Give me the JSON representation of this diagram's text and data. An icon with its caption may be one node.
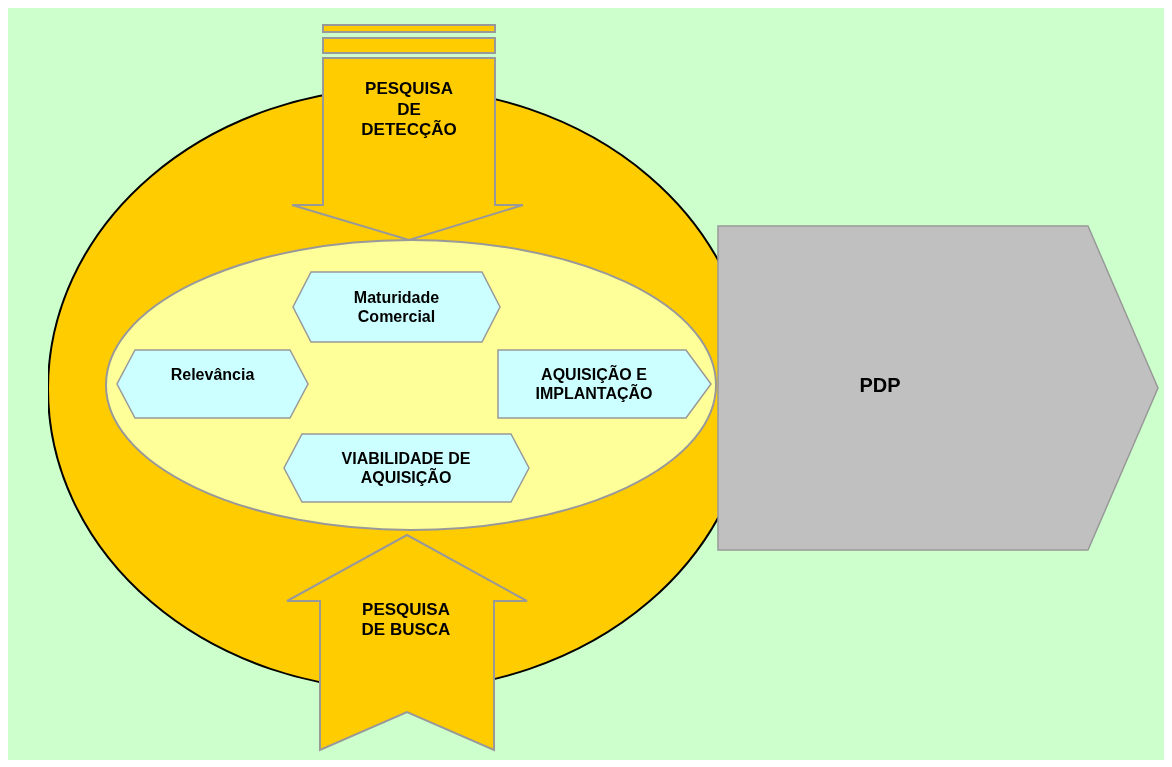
{
  "diagram": {
    "nodes": [
      {
        "text": [],
        "shape": "ellipse"
      },
      {
        "text": [
          "PESQUISA DE DETECÇÃO"
        ]
      },
      {
        "text": [],
        "shape": "ellipse",
        "in": 0
      },
      {
        "text": [
          "Maturidade Comercial"
        ],
        "in": 2
      },
      {
        "text": [
          "Relevância"
        ],
        "in": 2
      },
      {
        "text": [
          "AQUISIÇÃO E IMPLANTAÇÃO"
        ],
        "in": 2
      },
      {
        "text": [
          "VIABILIDADE DE AQUISIÇÃO"
        ],
        "in": 2
      },
      {
        "text": [
          "PDP"
        ]
      },
      {
        "text": [
          "PESQUISA DE BUSCA"
        ]
      }
    ]
  }
}
